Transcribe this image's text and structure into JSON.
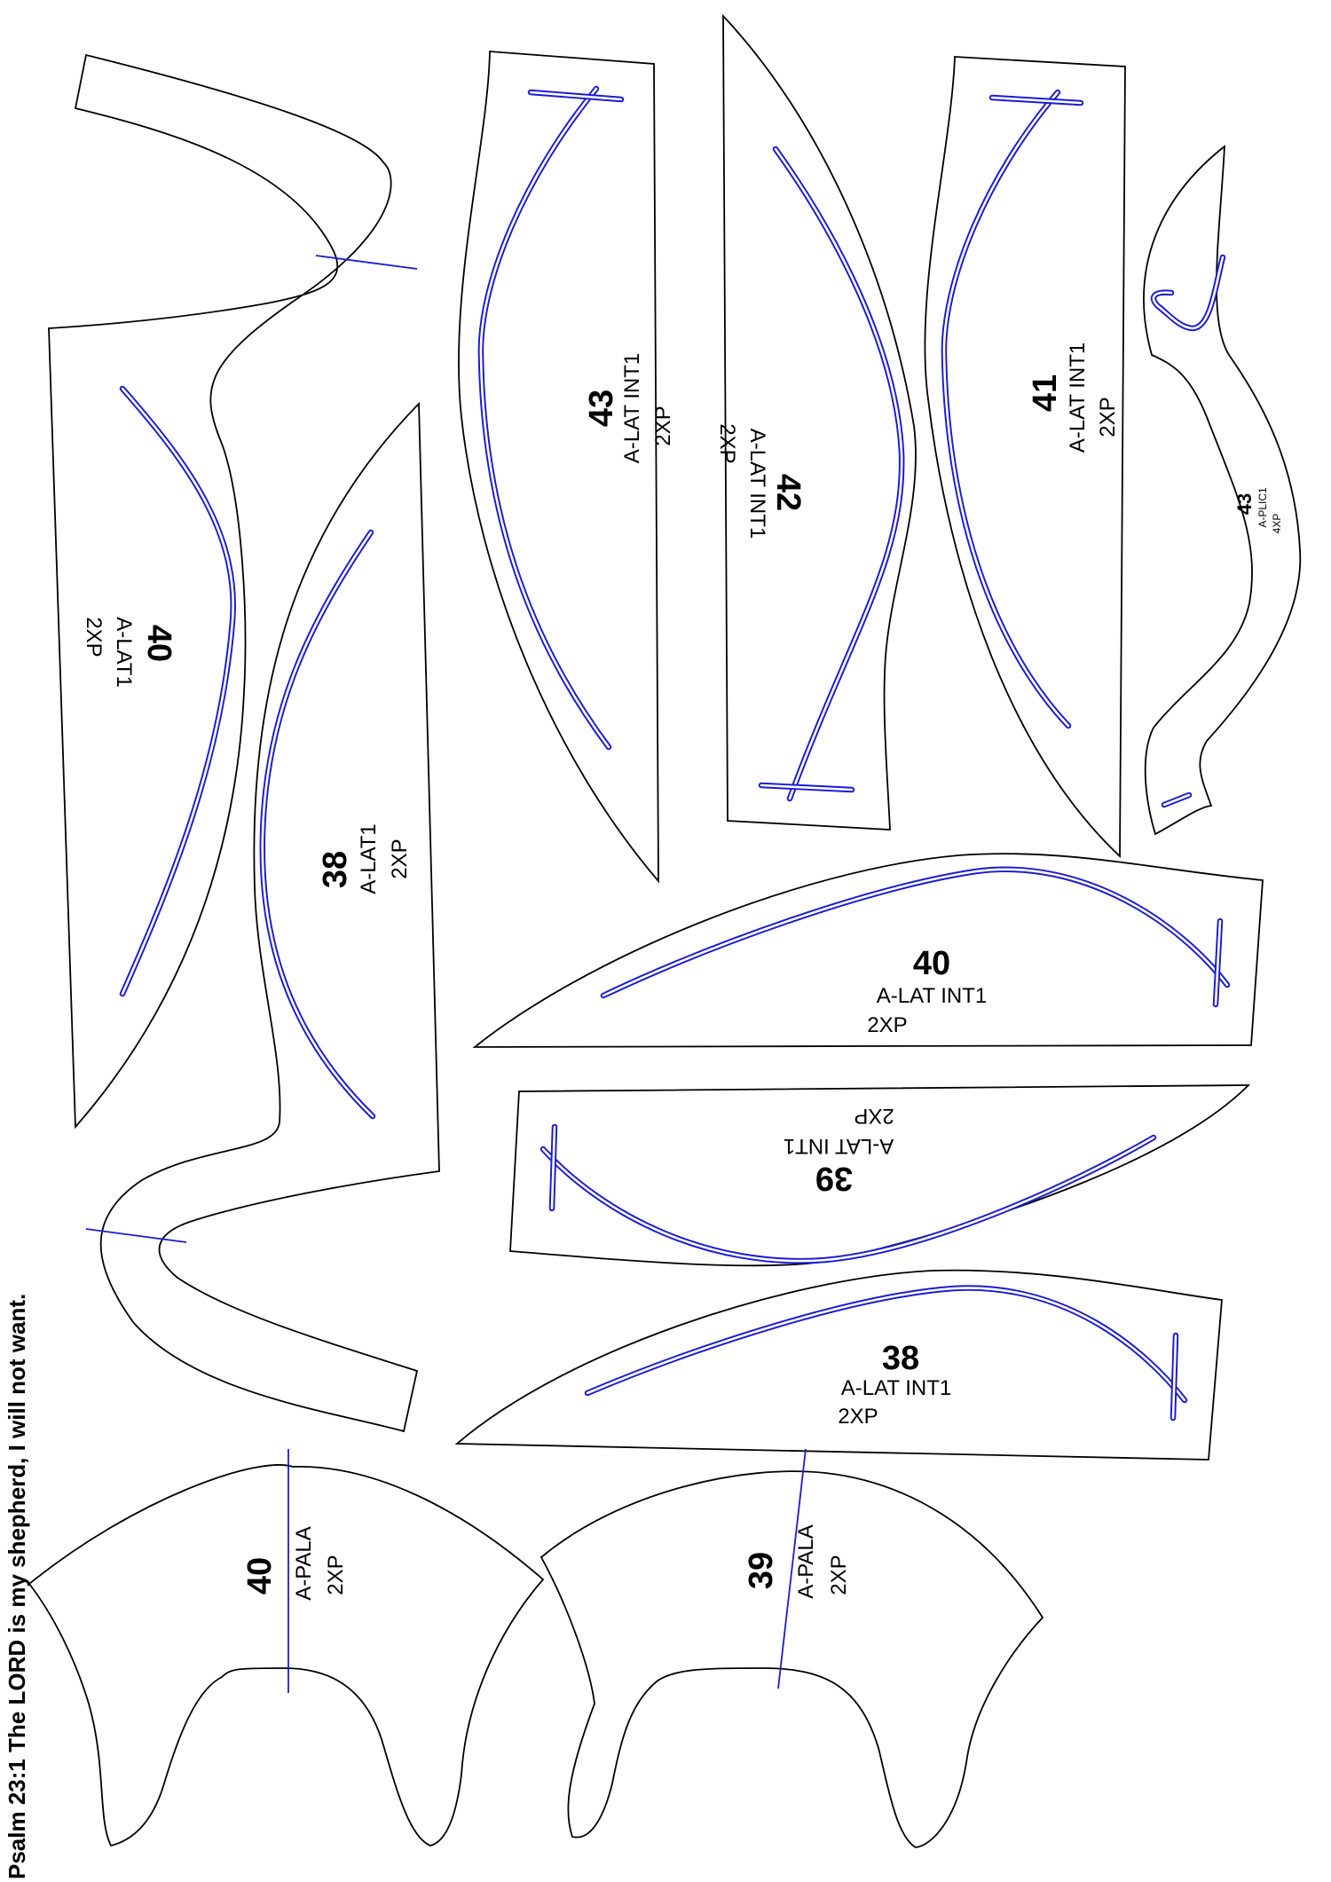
{
  "caption": "Psalm 23:1 The LORD is my shepherd, I will not want.",
  "colors": {
    "outline": "#000000",
    "seam_line": "#1a1ad6",
    "background": "#ffffff"
  },
  "pieces": [
    {
      "id": "a-lat1-40",
      "size": "40",
      "name": "A-LAT1",
      "qty": "2XP"
    },
    {
      "id": "a-lat1-38",
      "size": "38",
      "name": "A-LAT1",
      "qty": "2XP"
    },
    {
      "id": "a-lat-int1-43",
      "size": "43",
      "name": "A-LAT INT1",
      "qty": "2XP"
    },
    {
      "id": "a-lat-int1-42",
      "size": "42",
      "name": "A-LAT INT1",
      "qty": "2XP"
    },
    {
      "id": "a-lat-int1-41",
      "size": "41",
      "name": "A-LAT INT1",
      "qty": "2XP"
    },
    {
      "id": "a-plic1-43",
      "size": "43",
      "name": "A-PLIC1",
      "qty": "4XP"
    },
    {
      "id": "a-lat-int1-40",
      "size": "40",
      "name": "A-LAT INT1",
      "qty": "2XP"
    },
    {
      "id": "a-lat-int1-39",
      "size": "39",
      "name": "A-LAT INT1",
      "qty": "2XP"
    },
    {
      "id": "a-lat-int1-38",
      "size": "38",
      "name": "A-LAT INT1",
      "qty": "2XP"
    },
    {
      "id": "a-pala-40",
      "size": "40",
      "name": "A-PALA",
      "qty": "2XP"
    },
    {
      "id": "a-pala-39",
      "size": "39",
      "name": "A-PALA",
      "qty": "2XP"
    }
  ]
}
